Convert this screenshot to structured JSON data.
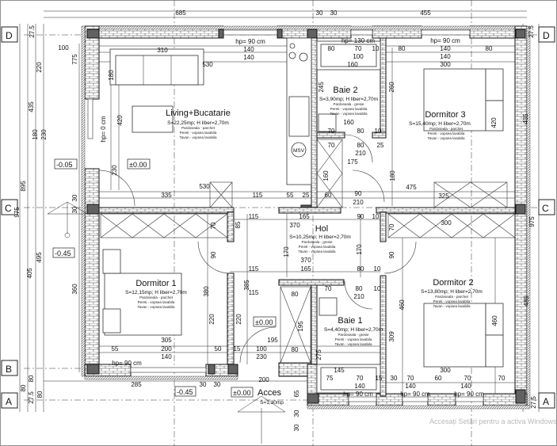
{
  "axes": {
    "left": [
      "D",
      "C",
      "B",
      "A"
    ],
    "right": [
      "D",
      "C",
      "A"
    ]
  },
  "rooms": [
    {
      "name": "Living+Bucatarie",
      "area": "S=22,25mp; H liber=2,70m",
      "finishes": [
        "Pardoseala - parchet",
        "Pereti - vopsea lavabila",
        "Tavan - vopsea lavabila"
      ]
    },
    {
      "name": "Baie 2",
      "area": "S=3,90mp; H liber=2,70m",
      "finishes": [
        "Pardoseala - gresie",
        "Pereti - vopsea lavabila",
        "Tavan - vopsea lavabila"
      ]
    },
    {
      "name": "Dormitor 3",
      "area": "S=15,40mp; H liber=2,70m",
      "finishes": [
        "Pardoseala - parchet",
        "Pereti - vopsea lavabila",
        "Tavan - vopsea lavabila"
      ]
    },
    {
      "name": "Hol",
      "area": "S=10,25mp; H liber=2,70m",
      "finishes": [
        "Pardoseala - gresie",
        "Pereti - vopsea lavabila",
        "Tavan - vopsea lavabila"
      ]
    },
    {
      "name": "Dormitor 1",
      "area": "S=12,15mp; H liber=2,70m",
      "finishes": [
        "Pardoseala - parchet",
        "Pereti - vopsea lavabila",
        "Tavan - vopsea lavabila"
      ]
    },
    {
      "name": "Dormitor 2",
      "area": "S=13,80mp; H liber=2,70m",
      "finishes": [
        "Pardoseala - parchet",
        "Pereti - vopsea lavabila",
        "Tavan - vopsea lavabila"
      ]
    },
    {
      "name": "Baie 1",
      "area": "S=4,40mp; H liber=2,70m",
      "finishes": [
        "Pardoseala - gresie",
        "Pereti - vopsea lavabila",
        "Tavan - vopsea lavabila"
      ]
    },
    {
      "name": "Acces",
      "area": "S=1,30mp",
      "finishes": []
    }
  ],
  "levels": [
    "±0.00",
    "-0.05",
    "-0.45",
    "±0.00",
    "-0.45",
    "±0.00"
  ],
  "meter_label": "MSV",
  "dims": [
    "685",
    "30",
    "30",
    "455",
    "100",
    "775",
    "220",
    "435",
    "180",
    "230",
    "895",
    "975",
    "30",
    "30",
    "405",
    "495",
    "360",
    "80",
    "80",
    "27.5",
    "80",
    "27.5",
    "hp= 90 cm",
    "140",
    "140",
    "310",
    "530",
    "180",
    "hp= 0 cm",
    "420",
    "230",
    "hp= 130 cm",
    "80",
    "70",
    "100",
    "10",
    "160",
    "245",
    "160",
    "70",
    "80",
    "10",
    "70",
    "80",
    "210",
    "25",
    "175",
    "160",
    "260",
    "hp= 90 cm",
    "80",
    "140",
    "140",
    "80",
    "300",
    "420",
    "180",
    "475",
    "325",
    "335",
    "530",
    "115",
    "55",
    "25",
    "60",
    "90",
    "210",
    "115",
    "165",
    "370",
    "90",
    "10",
    "170",
    "170",
    "370",
    "115",
    "165",
    "80",
    "10",
    "70",
    "85",
    "90",
    "380",
    "385",
    "220",
    "220",
    "305",
    "55",
    "200",
    "140",
    "50",
    "15",
    "hp= 90 cm",
    "285",
    "100",
    "230",
    "195",
    "195",
    "80",
    "80",
    "30",
    "30",
    "200",
    "65",
    "30",
    "30",
    "115",
    "300",
    "70",
    "90",
    "460",
    "460",
    "485",
    "975",
    "300",
    "70",
    "70",
    "60",
    "70",
    "140",
    "140",
    "hp= 90 cm",
    "hp= 90 cm",
    "275",
    "309",
    "145",
    "75",
    "70",
    "140",
    "15",
    "30",
    "hp= 90 cm",
    "70",
    "80",
    "210",
    "10",
    "27.5",
    "435",
    "27.5"
  ],
  "watermark": "Accesați Setări pentru a activa Windows"
}
